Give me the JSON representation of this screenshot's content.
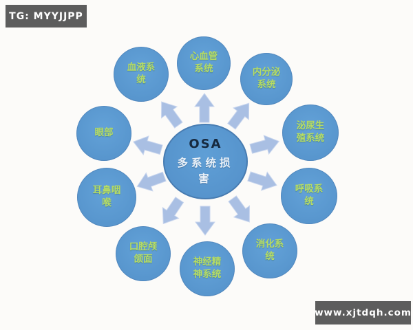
{
  "watermarks": {
    "top_left": "TG: MYYJJPP",
    "bottom_right": "www.xjtdqh.com"
  },
  "diagram": {
    "center": {
      "title": "OSA",
      "subtitle": "多系统损\n害"
    },
    "nodes": [
      {
        "id": "cardiovascular",
        "label": "心血管\n系统"
      },
      {
        "id": "endocrine",
        "label": "内分泌\n系统"
      },
      {
        "id": "urogenital",
        "label": "泌尿生\n殖系统"
      },
      {
        "id": "respiratory",
        "label": "呼吸系\n统"
      },
      {
        "id": "digestive",
        "label": "消化系\n统"
      },
      {
        "id": "neuropsychiatric",
        "label": "神经精\n神系统"
      },
      {
        "id": "oral-craniofacial",
        "label": "口腔颅\n颌面"
      },
      {
        "id": "ent",
        "label": "耳鼻咽\n喉"
      },
      {
        "id": "eye",
        "label": "眼部"
      },
      {
        "id": "blood",
        "label": "血液系\n统"
      }
    ],
    "colors": {
      "node_fill": "#5795cd",
      "node_text": "#b6dc64",
      "center_title": "#16293f",
      "center_subtitle": "#eaf1f8",
      "arrow_fill": "#a9bfe3",
      "watermark_bg": "#5d5d5d",
      "watermark_text": "#ffffff"
    }
  }
}
